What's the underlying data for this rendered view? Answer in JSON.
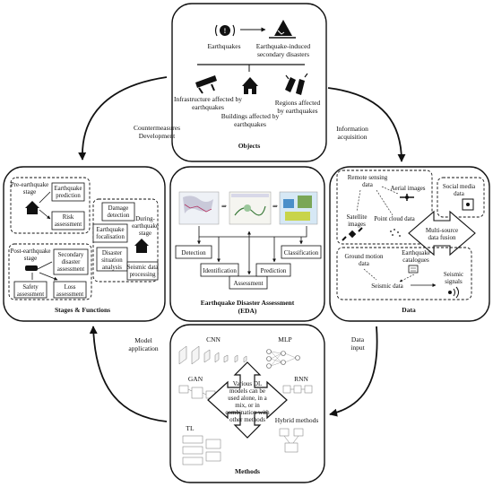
{
  "objects": {
    "title": "Objects",
    "earthquakes": "Earthquakes",
    "secondary_l1": "Earthquake-induced",
    "secondary_l2": "secondary disasters",
    "infra_l1": "Infrastructure affected by",
    "infra_l2": "earthquakes",
    "regions_l1": "Regions affected",
    "regions_l2": "by earthquakes",
    "buildings_l1": "Buildings affected by",
    "buildings_l2": "earthquakes"
  },
  "stages": {
    "title": "Stages & Functions",
    "pre_l1": "Pre-earthquake",
    "pre_l2": "stage",
    "eq_pred_l1": "Earthquake",
    "eq_pred_l2": "prediction",
    "risk_l1": "Risk",
    "risk_l2": "assessment",
    "damage_l1": "Damage",
    "damage_l2": "detection",
    "during_l1": "During-",
    "during_l2": "earthquake",
    "during_l3": "stage",
    "focal_l1": "Earthquake",
    "focal_l2": "focalisation",
    "situation_l1": "Disaster",
    "situation_l2": "situation",
    "situation_l3": "analysis",
    "seismic_proc_l1": "Seismic data",
    "seismic_proc_l2": "processing",
    "post_l1": "Post-earthquake",
    "post_l2": "stage",
    "secondary_l1": "Secondary",
    "secondary_l2": "disaster",
    "secondary_l3": "assessment",
    "safety_l1": "Safety",
    "safety_l2": "assessment",
    "loss_l1": "Loss",
    "loss_l2": "assessment"
  },
  "center": {
    "title_l1": "Earthquake Disaster Assessment",
    "title_l2": "(EDA)",
    "detection": "Detection",
    "identification": "Identification",
    "assessment": "Assessment",
    "prediction": "Prediction",
    "classification": "Classification"
  },
  "data": {
    "title": "Data",
    "rs_l1": "Remote sensing",
    "rs_l2": "data",
    "aerial": "Aerial images",
    "sat_l1": "Satellite",
    "sat_l2": "images",
    "pc": "Point cloud data",
    "social_l1": "Social media",
    "social_l2": "data",
    "fusion_l1": "Multi-source",
    "fusion_l2": "data fusion",
    "gm_l1": "Ground motion",
    "gm_l2": "data",
    "cat_l1": "Earthquake",
    "cat_l2": "catalogues",
    "seismic": "Seismic data",
    "signals_l1": "Seismic",
    "signals_l2": "signals"
  },
  "methods": {
    "title": "Methods",
    "cnn": "CNN",
    "mlp": "MLP",
    "gan": "GAN",
    "rnn": "RNN",
    "tl": "TL",
    "hybrid": "Hybrid methods",
    "center_l1": "Various DL",
    "center_l2": "models can be",
    "center_l3": "used alone, in a",
    "center_l4": "mix, or in",
    "center_l5": "combination with",
    "center_l6": "other methods"
  },
  "arrows": {
    "counter_l1": "Countermeasures",
    "counter_l2": "Development",
    "info_l1": "Information",
    "info_l2": "acquisition",
    "model_l1": "Model",
    "model_l2": "application",
    "data_l1": "Data",
    "data_l2": "input"
  }
}
